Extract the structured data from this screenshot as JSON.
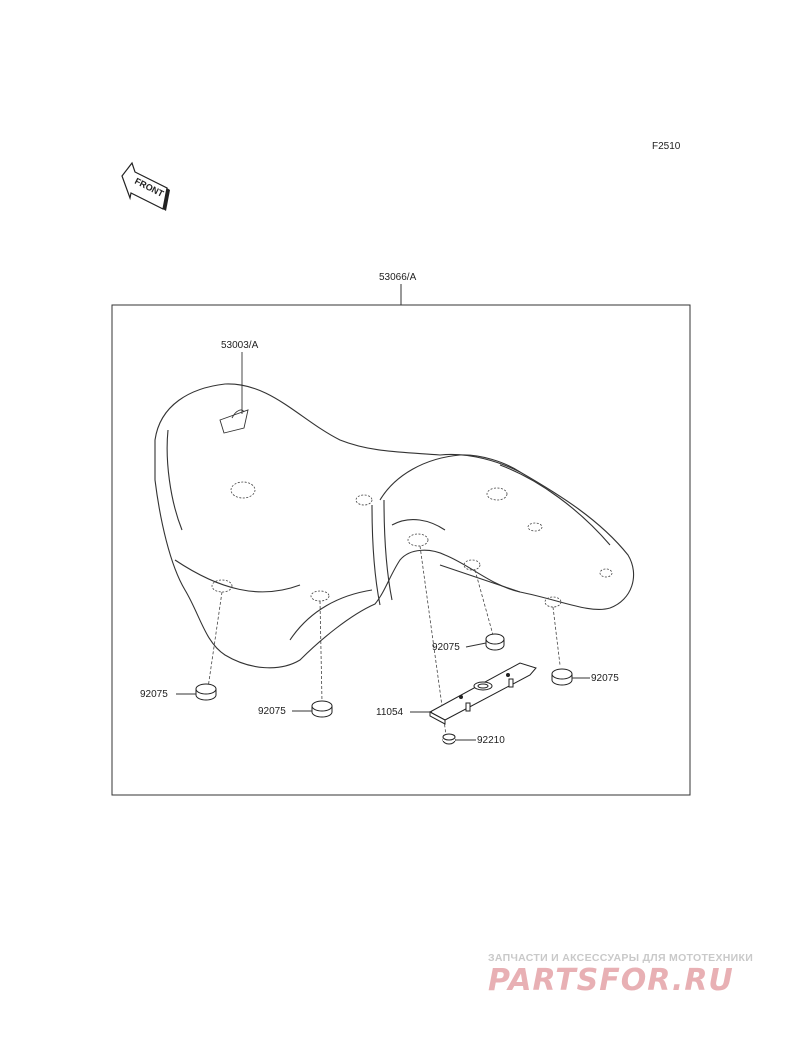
{
  "figure_code": "F2510",
  "front_label": "FRONT",
  "parts": {
    "seat_assembly": "53066/A",
    "seat_cover": "53003/A",
    "damper_left": "92075",
    "damper_center": "92075",
    "damper_rear_left": "92075",
    "damper_rear_right": "92075",
    "bracket": "11054",
    "nut": "92210"
  },
  "watermark": {
    "subtitle": "ЗАПЧАСТИ И АКСЕССУАРЫ ДЛЯ МОТОТЕХНИКИ",
    "logo": "PARTSFOR.RU"
  },
  "colors": {
    "line": "#333333",
    "watermark_logo": "#e8b0b4",
    "watermark_text": "#c9c9c9"
  }
}
